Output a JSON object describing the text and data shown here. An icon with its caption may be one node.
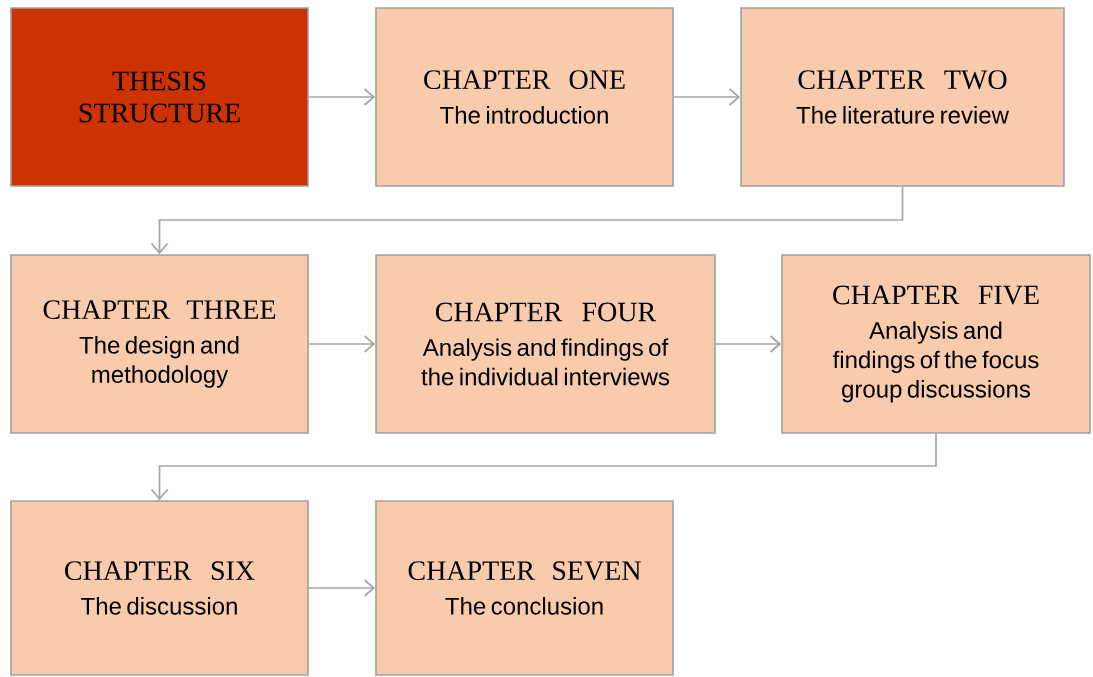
{
  "diagram": {
    "nodes": [
      {
        "text": [
          "THESIS STRUCTURE"
        ]
      },
      {
        "text": [
          "CHAPTER ONE",
          "The introduction"
        ]
      },
      {
        "text": [
          "CHAPTER TWO",
          "The literature review"
        ]
      },
      {
        "text": [
          "CHAPTER THREE",
          "The design and methodology"
        ]
      },
      {
        "text": [
          "CHAPTER FOUR",
          "Analysis and findings of the individual interviews"
        ]
      },
      {
        "text": [
          "CHAPTER FIVE",
          "Analysis and findings of the focus group discussions"
        ]
      },
      {
        "text": [
          "CHAPTER SIX",
          "The discussion"
        ]
      },
      {
        "text": [
          "CHAPTER SEVEN",
          "The conclusion"
        ]
      }
    ],
    "edges": [
      {
        "from": 0,
        "to": 1,
        "arrow": "to"
      },
      {
        "from": 1,
        "to": 2,
        "arrow": "to"
      },
      {
        "from": 2,
        "to": 3,
        "arrow": "to"
      },
      {
        "from": 3,
        "to": 4,
        "arrow": "to"
      },
      {
        "from": 4,
        "to": 5,
        "arrow": "to"
      },
      {
        "from": 5,
        "to": 6,
        "arrow": "to"
      },
      {
        "from": 6,
        "to": 7,
        "arrow": "to"
      }
    ]
  }
}
